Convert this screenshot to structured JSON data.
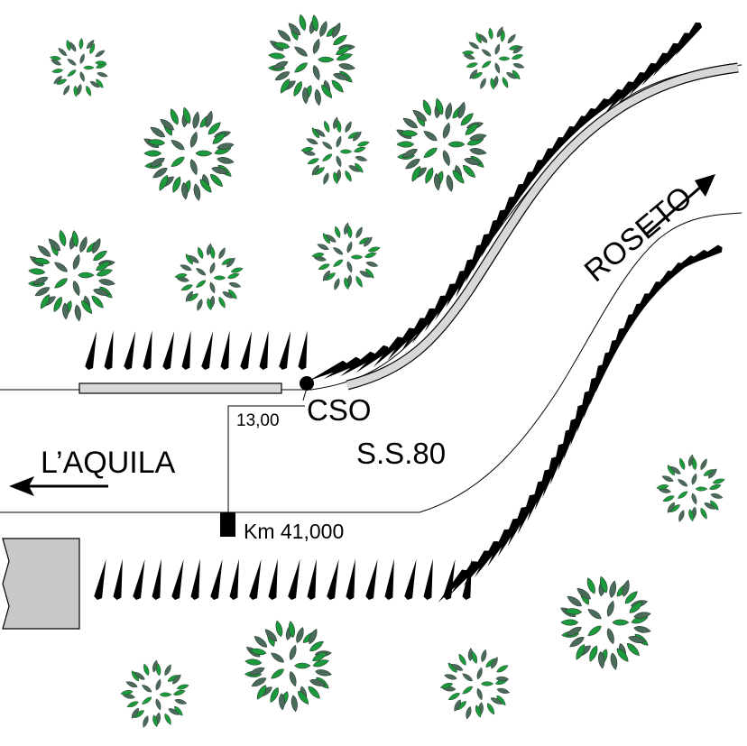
{
  "labels": {
    "cso": "CSO",
    "road": "S.S.80",
    "offset": "13,00",
    "km": "Km 41,000",
    "west_destination": "L’AQUILA",
    "east_destination": "ROSETO"
  },
  "colors": {
    "leaf_green": "#1a9a3a",
    "leaf_gray": "#4a6a5a",
    "guardrail": "#d8d8d8",
    "building": "#c8c8c8",
    "ink": "#000000"
  },
  "icons": {
    "tree": "tree-icon",
    "slope_mark": "slope-tick-icon",
    "arrow": "arrow-icon",
    "point": "cso-point-icon",
    "marker": "km-marker-icon"
  }
}
